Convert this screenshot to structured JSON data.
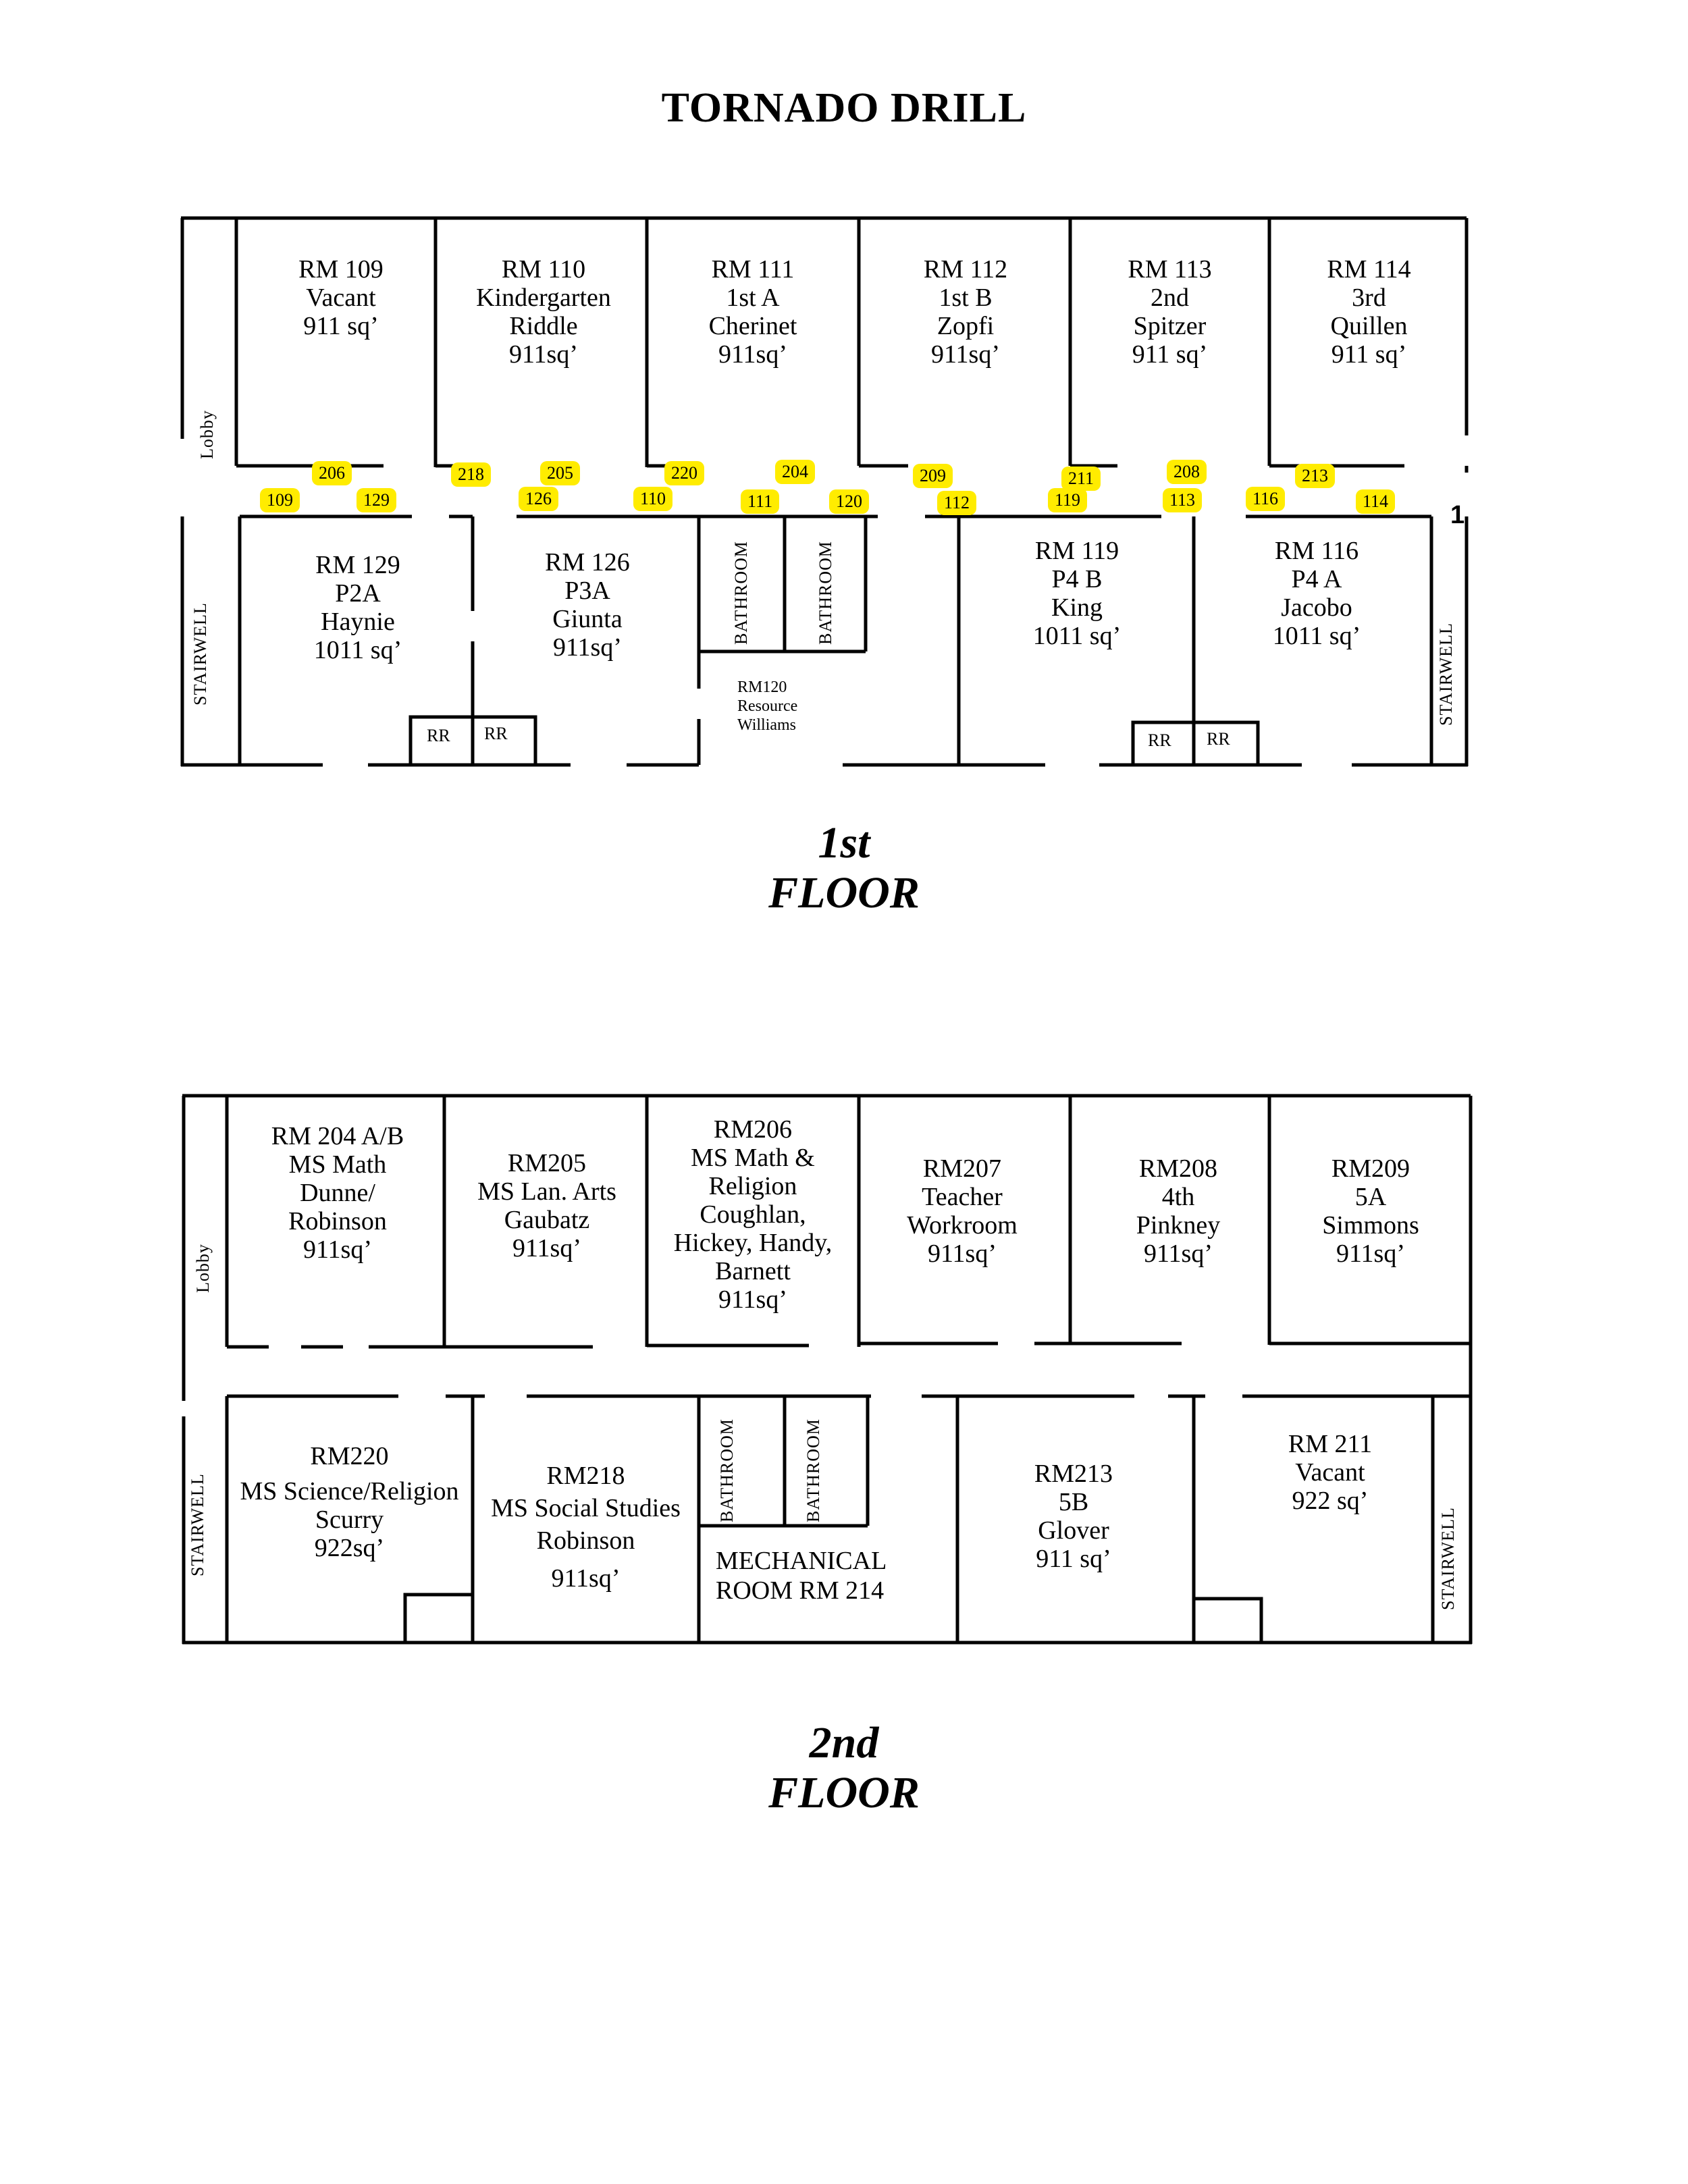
{
  "title": "TORNADO DRILL",
  "floor1": {
    "title_line1": "1st",
    "title_line2": "FLOOR",
    "rooms_top": [
      {
        "lines": [
          "RM 109",
          "Vacant",
          "911 sq’"
        ]
      },
      {
        "lines": [
          "RM 110",
          "Kindergarten",
          "Riddle",
          "911sq’"
        ]
      },
      {
        "lines": [
          "RM 111",
          "1st A",
          "Cherinet",
          "911sq’"
        ]
      },
      {
        "lines": [
          "RM 112",
          "1st B",
          "Zopfi",
          "911sq’"
        ]
      },
      {
        "lines": [
          "RM 113",
          "2nd",
          "Spitzer",
          "911 sq’"
        ]
      },
      {
        "lines": [
          "RM 114",
          "3rd",
          "Quillen",
          "911 sq’"
        ]
      }
    ],
    "rooms_bottom": [
      {
        "lines": [
          "RM 129",
          "P2A",
          "Haynie",
          "1011 sq’"
        ]
      },
      {
        "lines": [
          "RM 126",
          "P3A",
          "Giunta",
          "911sq’"
        ]
      },
      {
        "lines": [
          "RM 119",
          "P4 B",
          "King",
          "1011 sq’"
        ]
      },
      {
        "lines": [
          "RM 116",
          "P4 A",
          "Jacobo",
          "1011 sq’"
        ]
      }
    ],
    "rm120": [
      "RM120",
      "Resource",
      "Williams"
    ],
    "bathroom": "BATHROOM",
    "restroom": "RR",
    "lobby": "Lobby",
    "stairwell": "STAIRWELL",
    "door_mark": "1",
    "tags_upper": [
      "206",
      "218",
      "205",
      "220",
      "204",
      "209",
      "211",
      "208",
      "213"
    ],
    "tags_lower": [
      "109",
      "129",
      "126",
      "110",
      "111",
      "120",
      "112",
      "119",
      "113",
      "116",
      "114"
    ]
  },
  "floor2": {
    "title_line1": "2nd",
    "title_line2": "FLOOR",
    "rooms_top": [
      {
        "lines": [
          "RM 204 A/B",
          "MS Math",
          "Dunne/",
          "Robinson",
          "911sq’"
        ]
      },
      {
        "lines": [
          "RM205",
          "MS Lan. Arts",
          "Gaubatz",
          "911sq’"
        ]
      },
      {
        "lines": [
          "RM206",
          "MS Math &",
          "Religion",
          "Coughlan,",
          "Hickey, Handy,",
          "Barnett",
          "911sq’"
        ]
      },
      {
        "lines": [
          "RM207",
          "Teacher",
          "Workroom",
          "911sq’"
        ]
      },
      {
        "lines": [
          "RM208",
          "4th",
          "Pinkney",
          "911sq’"
        ]
      },
      {
        "lines": [
          "RM209",
          "5A",
          "Simmons",
          "911sq’"
        ]
      }
    ],
    "rooms_bottom": [
      {
        "lines": [
          "RM220",
          "MS Science/Religion",
          "Scurry",
          "922sq’"
        ]
      },
      {
        "lines": [
          "RM218",
          "MS Social Studies",
          "Robinson",
          "911sq’"
        ]
      },
      {
        "lines": [
          "RM213",
          "5B",
          "Glover",
          "911 sq’"
        ]
      },
      {
        "lines": [
          "RM 211",
          "Vacant",
          "922 sq’"
        ]
      }
    ],
    "mechanical": [
      "MECHANICAL",
      "ROOM RM 214"
    ],
    "bathroom": "BATHROOM",
    "lobby": "Lobby",
    "stairwell": "STAIRWELL"
  }
}
